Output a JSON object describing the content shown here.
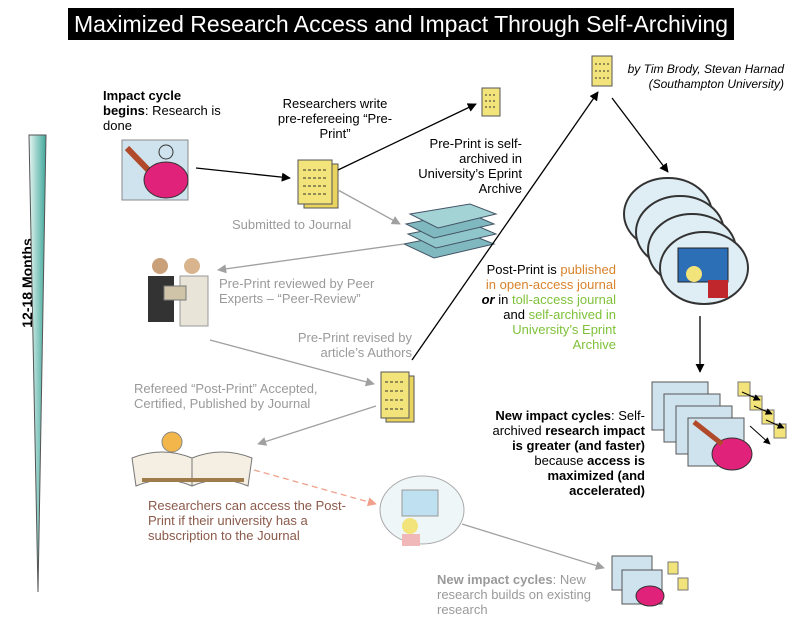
{
  "title": "Maximized Research Access and Impact Through Self-Archiving",
  "credit": "by Tim Brody, Stevan Harnad (Southampton University)",
  "timeline_label": "12-18 Months",
  "impact_cycle": {
    "bold": "Impact cycle begins",
    "rest": ": Research is done"
  },
  "researchers_write": "Researchers write pre-refereeing “Pre-Print”",
  "preprint_archived": "Pre-Print is self-archived in University’s Eprint Archive",
  "submitted": "Submitted to Journal",
  "peer_review": "Pre-Print reviewed by Peer Experts – “Peer-Review”",
  "revised": "Pre-Print revised by article’s Authors",
  "refereed": "Refereed “Post-Print” Accepted, Certified, Published by Journal",
  "postprint": {
    "lead": "Post-Print is",
    "open_access": "published in open-access journal",
    "or": "or",
    "in": "in",
    "toll_access": "toll-access journal",
    "and": "and",
    "self_archived": "self-archived in University’s Eprint Archive"
  },
  "subscription_access": "Researchers can access the Post-Print if their university has a subscription to the Journal",
  "new_cycles_open": {
    "label": "New impact cycles",
    "p1": "Self-archived",
    "b1": "research impact is greater (and faster)",
    "p2": "because",
    "b2": "access is maximized (and accelerated)"
  },
  "new_cycles_toll": {
    "label": "New impact cycles",
    "rest": "New research builds on existing research"
  },
  "colors": {
    "timeline_fill": "#3fa79a",
    "document": "#f2e37a",
    "book_stack": "#7fb8be",
    "terminal_blue": "#2c6fb6",
    "orange_text": "#d9822b",
    "green_text": "#7fc23a",
    "brown_text": "#8b5a4a"
  }
}
